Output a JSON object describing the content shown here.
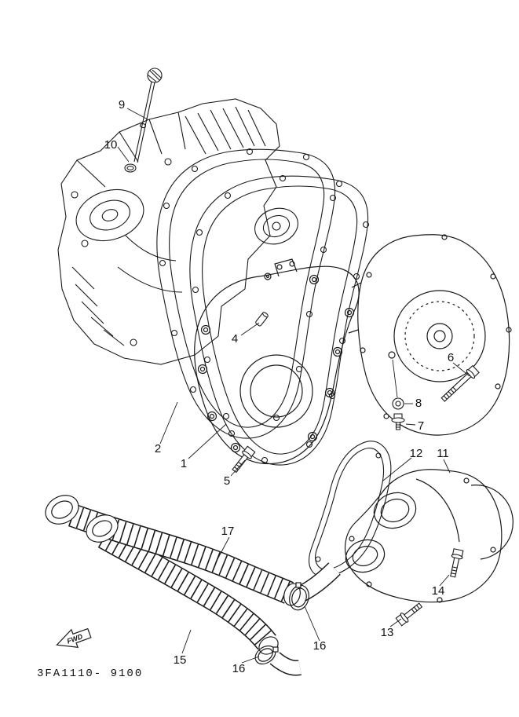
{
  "page": {
    "part_code": "3FA1110- 9100",
    "fwd_label": "FWD"
  },
  "callouts": [
    {
      "id": "9",
      "label": "9"
    },
    {
      "id": "10",
      "label": "10"
    },
    {
      "id": "4",
      "label": "4"
    },
    {
      "id": "2",
      "label": "2"
    },
    {
      "id": "1",
      "label": "1"
    },
    {
      "id": "5",
      "label": "5"
    },
    {
      "id": "6",
      "label": "6"
    },
    {
      "id": "8",
      "label": "8"
    },
    {
      "id": "7",
      "label": "7"
    },
    {
      "id": "12",
      "label": "12"
    },
    {
      "id": "11",
      "label": "11"
    },
    {
      "id": "17",
      "label": "17"
    },
    {
      "id": "14",
      "label": "14"
    },
    {
      "id": "13",
      "label": "13"
    },
    {
      "id": "15",
      "label": "15"
    },
    {
      "id": "16a",
      "label": "16"
    },
    {
      "id": "16b",
      "label": "16"
    }
  ],
  "colors": {
    "line": "#1a1a1a",
    "background": "#ffffff"
  }
}
